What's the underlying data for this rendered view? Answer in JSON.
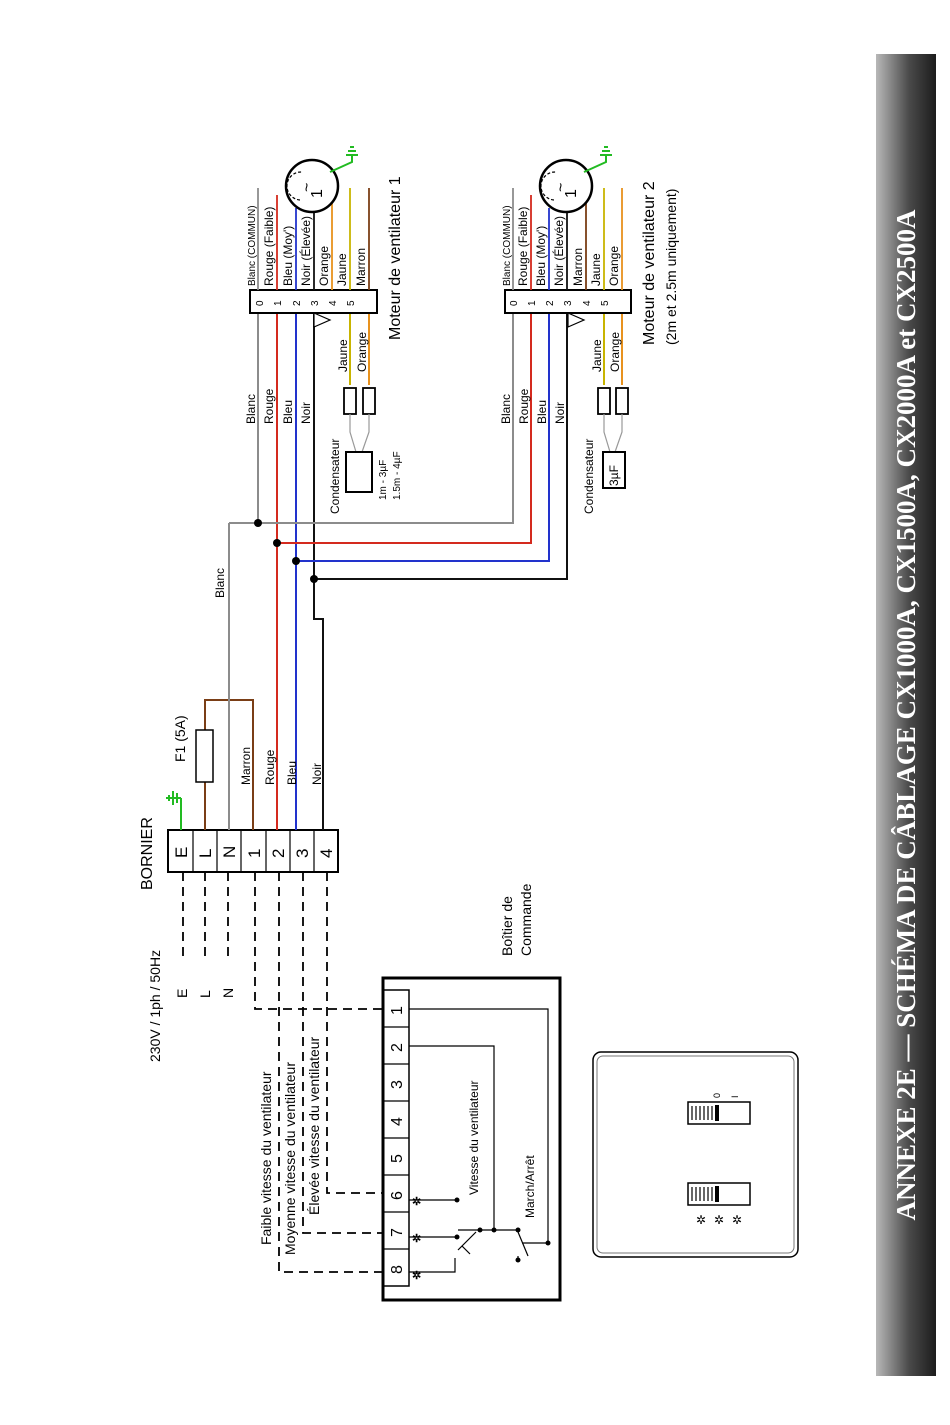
{
  "title": "ANNEXE 2E — SCHÉMA DE CÂBLAGE CX1000A, CX1500A, CX2000A et CX2500A",
  "colors": {
    "white": "#8c8c8c",
    "red": "#d42a1e",
    "blue": "#2233cc",
    "black": "#111111",
    "brown": "#7a3e16",
    "orange": "#e8921e",
    "yellow": "#c8b400",
    "earth": "#22bb22"
  },
  "supply": {
    "label": "230V / 1ph / 50Hz",
    "lines": [
      "E",
      "L",
      "N"
    ]
  },
  "bornier": {
    "title": "BORNIER",
    "terminals": [
      "E",
      "L",
      "N",
      "1",
      "2",
      "3",
      "4"
    ]
  },
  "fuse": {
    "label": "F1 (5A)"
  },
  "bornier_wires": [
    "Marron",
    "Rouge",
    "Bleu",
    "Noir"
  ],
  "blanc_label": "Blanc",
  "motor1": {
    "title": "Moteur de ventilateur 1",
    "pins": [
      "0",
      "1",
      "2",
      "3",
      "4",
      "5"
    ],
    "leads": [
      "Blanc (COMMUN)",
      "Rouge (Faible)",
      "Bleu (Moy')",
      "Noir (Élevée)",
      "Orange",
      "Jaune",
      "Marron"
    ],
    "wires": [
      "Blanc",
      "Rouge",
      "Bleu",
      "Noir"
    ],
    "cap_wires": [
      "Jaune",
      "Orange"
    ],
    "cap_label": "Condensateur",
    "cap_values": [
      "1m - 3µF",
      "1.5m - 4µF"
    ],
    "symbol": [
      "1",
      "~"
    ]
  },
  "motor2": {
    "title": "Moteur de ventilateur 2",
    "subtitle": "(2m et 2.5m uniquement)",
    "pins": [
      "0",
      "1",
      "2",
      "3",
      "4",
      "5"
    ],
    "leads": [
      "Blanc (COMMUN)",
      "Rouge (Faible)",
      "Bleu (Moy')",
      "Noir (Élevée)",
      "Marron",
      "Jaune",
      "Orange"
    ],
    "wires": [
      "Blanc",
      "Rouge",
      "Bleu",
      "Noir"
    ],
    "cap_wires": [
      "Jaune",
      "Orange"
    ],
    "cap_label": "Condensateur",
    "cap_value": "3µF",
    "symbol": [
      "1",
      "~"
    ]
  },
  "control_box": {
    "title": [
      "Boîtier de",
      "Commande"
    ],
    "terminals": [
      "1",
      "2",
      "3",
      "4",
      "5",
      "6",
      "7",
      "8"
    ],
    "speed_label": "Vitesse du ventilateur",
    "onoff_label": "March/Arrêt",
    "speed_lines": [
      "Faible vitesse du ventilateur",
      "Moyenne vitesse du ventilateur",
      "Élevée vitesse du ventilateur"
    ]
  },
  "panel": {
    "switch_marks": [
      "0",
      "I"
    ]
  }
}
